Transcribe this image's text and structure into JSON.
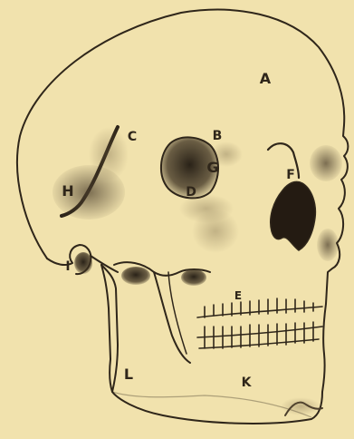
{
  "colors": {
    "background": "#f1e2ad",
    "ink": "#2f261a",
    "shade": "#4a3d2b"
  },
  "labels": {
    "a": "A",
    "b": "B",
    "c": "C",
    "d": "D",
    "e": "E",
    "f": "F",
    "g": "G",
    "h": "H",
    "i": "I",
    "k": "K",
    "l": "L"
  }
}
